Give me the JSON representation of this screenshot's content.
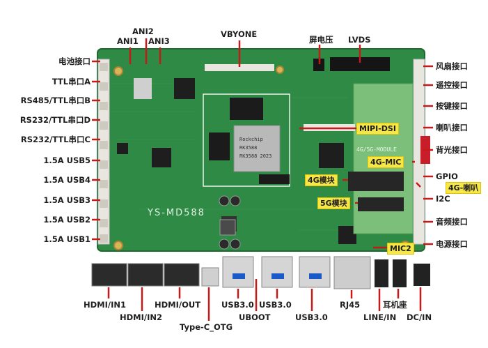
{
  "labels": {
    "left": [
      "电池接口",
      "TTL串口A",
      "RS485/TTL串口B",
      "RS232/TTL串口D",
      "RS232/TTL串口C",
      "1.5A USB5",
      "1.5A USB4",
      "1.5A USB3",
      "1.5A USB2",
      "1.5A USB1"
    ],
    "right": [
      "风扇接口",
      "遥控接口",
      "按键接口",
      "喇叭接口",
      "背光接口",
      "GPIO",
      "I2C",
      "音频接口",
      "电源接口"
    ],
    "top": {
      "ani2": "ANI2",
      "ani1": "ANI1",
      "ani3": "ANI3",
      "vbyone": "VBYONE",
      "screen_voltage": "屏电压",
      "lvds": "LVDS"
    },
    "bottom": [
      "HDMI/IN1",
      "HDMI/IN2",
      "HDMI/OUT",
      "Type-C_OTG",
      "USB3.0",
      "UBOOT",
      "USB3.0",
      "USB3.0",
      "RJ45",
      "LINE/IN",
      "耳机座",
      "DC/IN"
    ],
    "tags": {
      "mipi_dsi": "MIPI-DSI",
      "mic_4g": "4G-MIC",
      "module_4g": "4G模块",
      "speaker_4g": "4G-喇叭",
      "module_5g": "5G模块",
      "mic2": "MIC2"
    }
  },
  "board": {
    "silkscreen": "YS-MD588",
    "module_text": "4G/5G-MODULE",
    "chip_text": [
      "Rockchip",
      "RK3588",
      "RK3588 2023"
    ]
  },
  "colors": {
    "pcb": "#2f8a45",
    "pcb_dark": "#1f6a33",
    "leader": "#c41a1a",
    "tag_bg": "#f5e64a"
  }
}
